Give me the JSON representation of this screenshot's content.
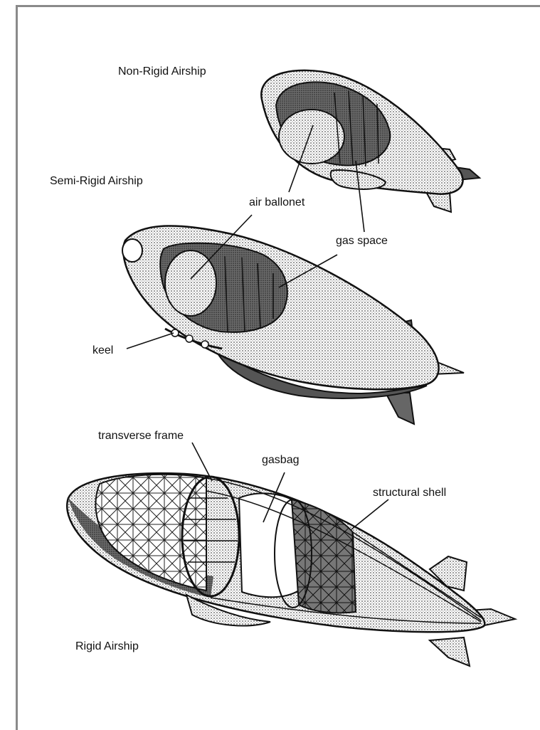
{
  "titles": {
    "non_rigid": "Non-Rigid Airship",
    "semi_rigid": "Semi-Rigid Airship",
    "rigid": "Rigid Airship"
  },
  "labels": {
    "air_ballonet": "air ballonet",
    "gas_space": "gas space",
    "keel": "keel",
    "transverse_frame": "transverse frame",
    "gasbag": "gasbag",
    "structural_shell": "structural shell"
  },
  "colors": {
    "ink": "#111111",
    "shade": "#9a9a9a",
    "frame": "#8a8a8a"
  }
}
